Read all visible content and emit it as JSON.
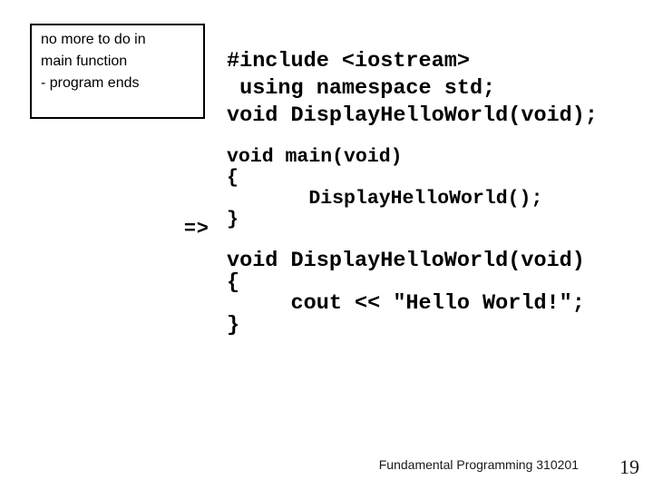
{
  "slide": {
    "background_color": "#ffffff",
    "text_color": "#000000",
    "caption_box": {
      "lines": [
        "no more to do in",
        "main function",
        "- program ends"
      ]
    },
    "arrow": {
      "glyph": "=>"
    },
    "code_blocks": [
      {
        "id": "includes",
        "code": "#include <iostream>\n using namespace std;\nvoid DisplayHelloWorld(void);"
      },
      {
        "id": "main",
        "code": "void main(void)\n{\n       DisplayHelloWorld();\n}"
      },
      {
        "id": "function",
        "code": "void DisplayHelloWorld(void)\n{\n     cout << \"Hello World!\";\n}"
      }
    ],
    "footer": {
      "course": "Fundamental Programming 310201",
      "page_number": "19"
    }
  }
}
